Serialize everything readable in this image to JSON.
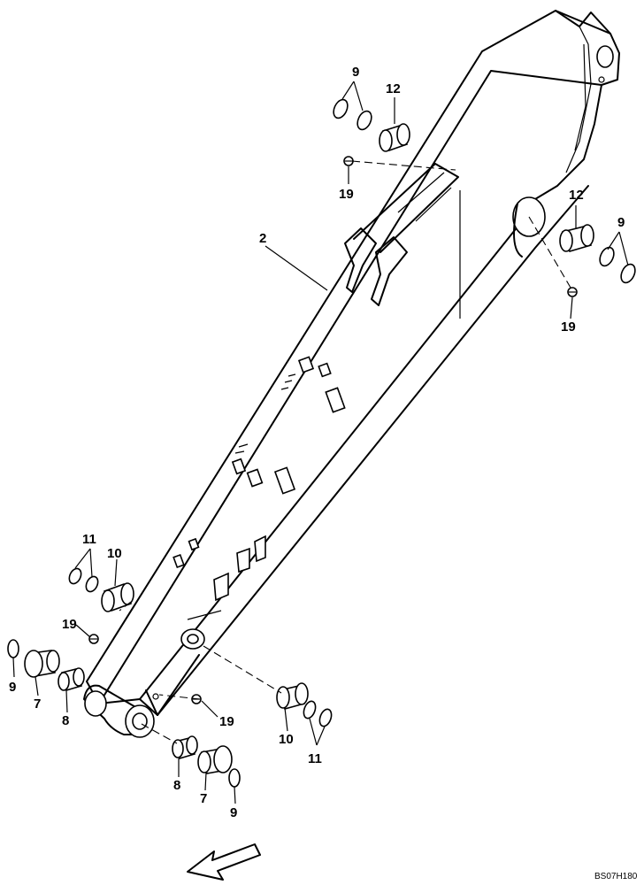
{
  "callouts": {
    "boom": "2",
    "bushing_7": "7",
    "bushing_8": "8",
    "shim_9": "9",
    "bushing_10": "10",
    "shim_11": "11",
    "bushing_12": "12",
    "grease_19": "19"
  },
  "figure_code": "BS07H180",
  "colors": {
    "line": "#000000",
    "background": "#ffffff"
  },
  "icons": {
    "direction_arrow": "front-direction-arrow-icon"
  }
}
